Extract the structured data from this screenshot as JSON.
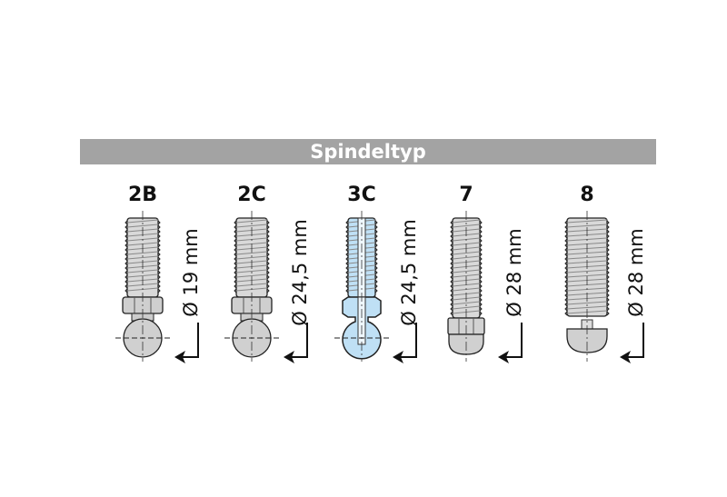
{
  "title": "Spindeltyp",
  "colors": {
    "header": "#a3a3a3",
    "metal": "#d9d9d9",
    "highlight": "#bfe0f5"
  },
  "spindles": [
    {
      "label": "2B",
      "diameter": "Ø 19 mm",
      "style": "ball",
      "highlighted": false
    },
    {
      "label": "2C",
      "diameter": "Ø 24,5 mm",
      "style": "ball",
      "highlighted": false
    },
    {
      "label": "3C",
      "diameter": "Ø 24,5 mm",
      "style": "hollow-ball",
      "highlighted": true
    },
    {
      "label": "7",
      "diameter": "Ø 28 mm",
      "style": "nut-cap",
      "highlighted": false
    },
    {
      "label": "8",
      "diameter": "Ø 28 mm",
      "style": "cap",
      "highlighted": false
    }
  ]
}
